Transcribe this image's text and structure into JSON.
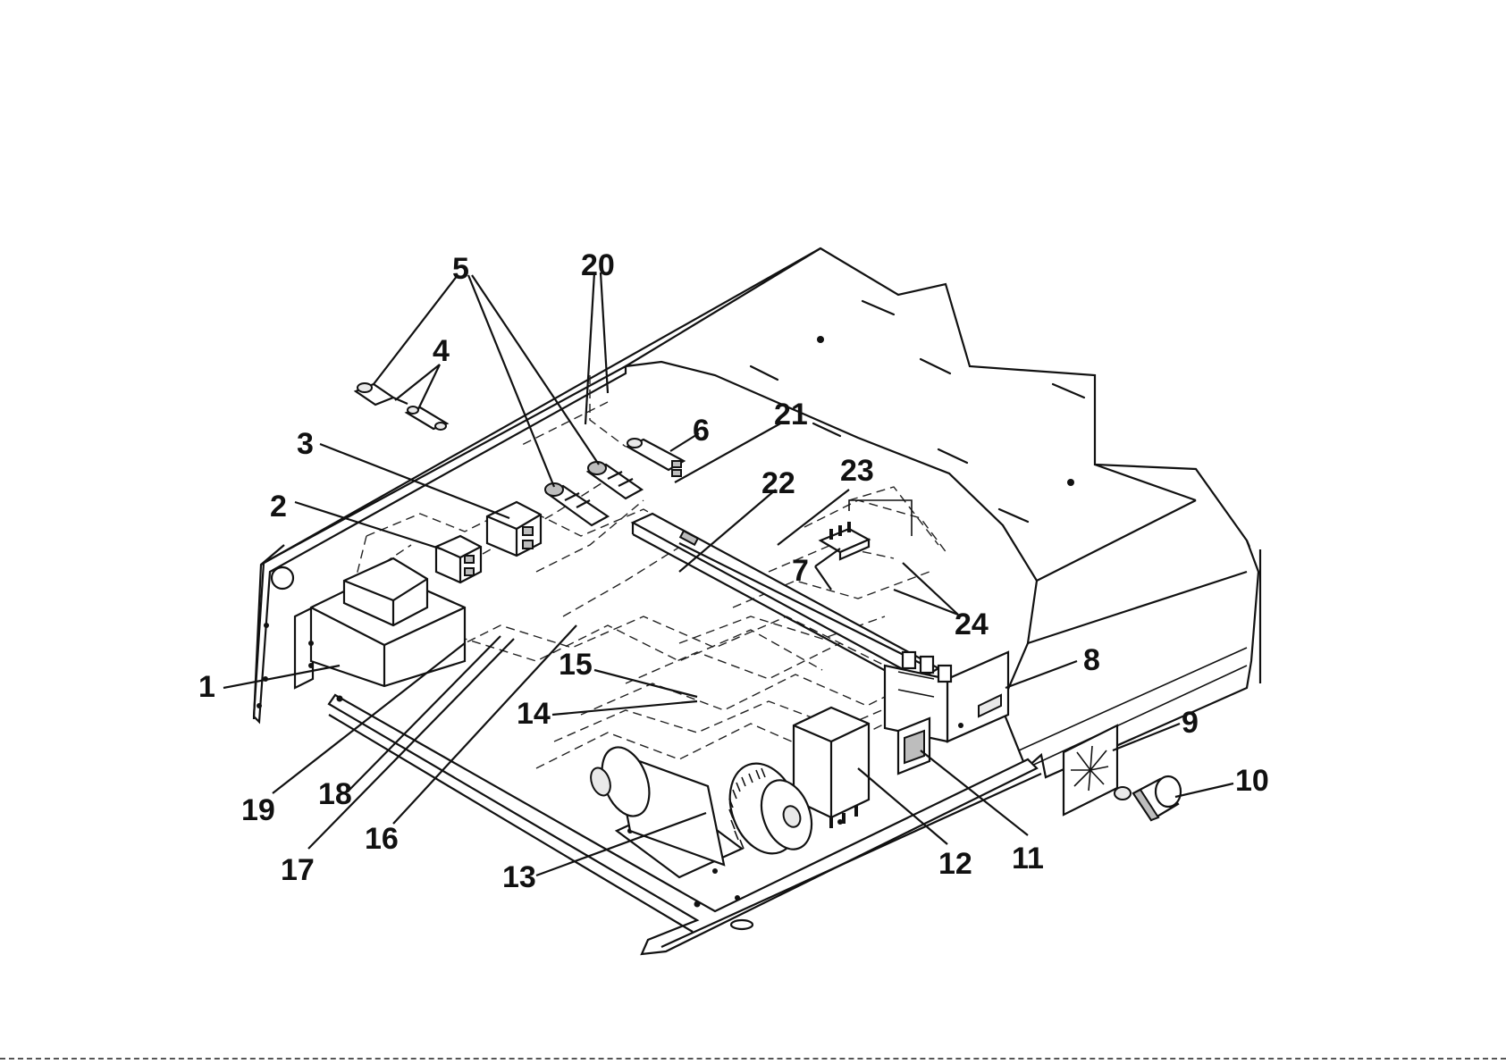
{
  "callouts": [
    {
      "id": "1",
      "text": "1"
    },
    {
      "id": "2",
      "text": "2"
    },
    {
      "id": "3",
      "text": "3"
    },
    {
      "id": "4",
      "text": "4"
    },
    {
      "id": "5",
      "text": "5"
    },
    {
      "id": "6",
      "text": "6"
    },
    {
      "id": "7",
      "text": "7"
    },
    {
      "id": "8",
      "text": "8"
    },
    {
      "id": "9",
      "text": "9"
    },
    {
      "id": "10",
      "text": "10"
    },
    {
      "id": "11",
      "text": "11"
    },
    {
      "id": "12",
      "text": "12"
    },
    {
      "id": "13",
      "text": "13"
    },
    {
      "id": "14",
      "text": "14"
    },
    {
      "id": "15",
      "text": "15"
    },
    {
      "id": "16",
      "text": "16"
    },
    {
      "id": "17",
      "text": "17"
    },
    {
      "id": "18",
      "text": "18"
    },
    {
      "id": "19",
      "text": "19"
    },
    {
      "id": "20",
      "text": "20"
    },
    {
      "id": "21",
      "text": "21"
    },
    {
      "id": "22",
      "text": "22"
    },
    {
      "id": "23",
      "text": "23"
    },
    {
      "id": "24",
      "text": "24"
    }
  ],
  "colors": {
    "ink": "#111111",
    "paper": "#ffffff"
  }
}
